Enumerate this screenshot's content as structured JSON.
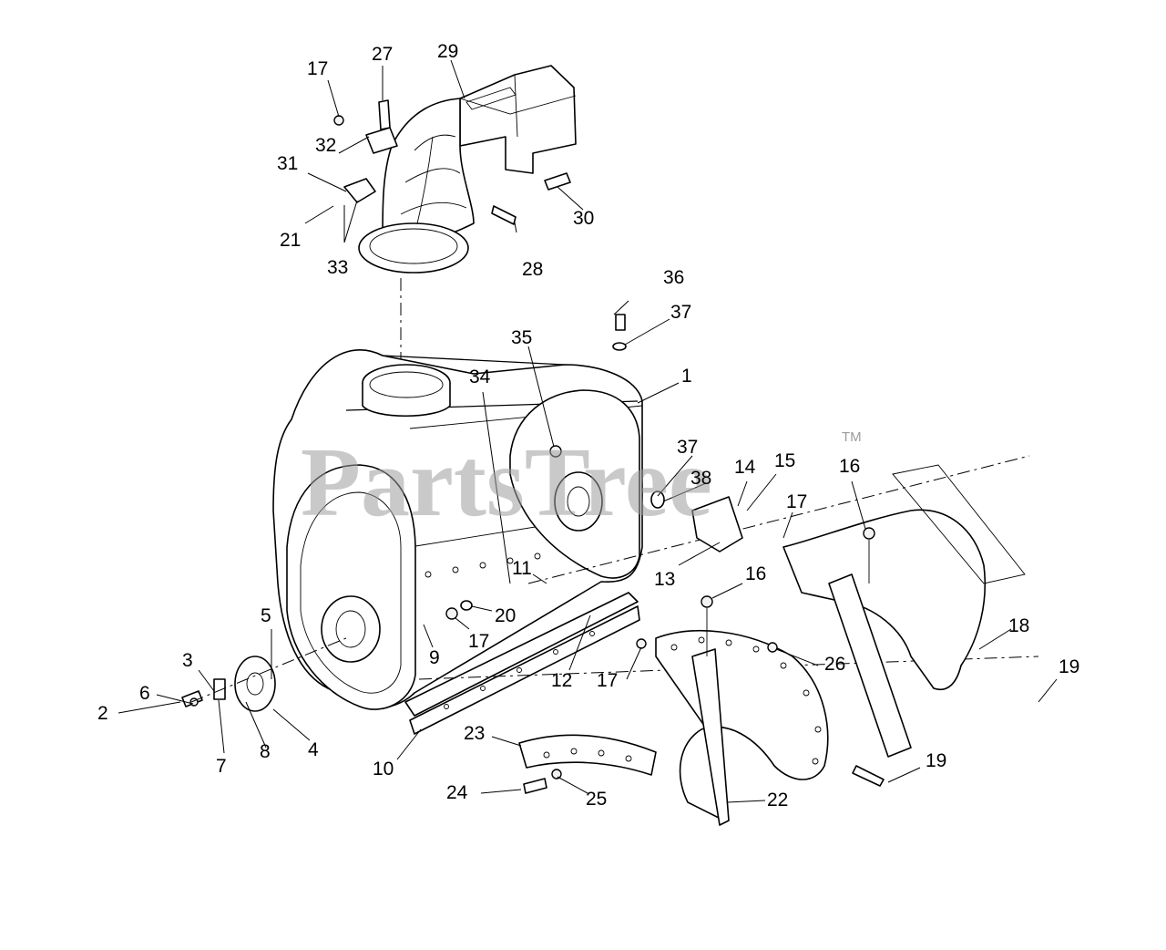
{
  "watermark": {
    "text": "PartsTree",
    "trademark": "TM",
    "color": "#9c9c9c"
  },
  "callouts": {
    "c1": "1",
    "c2": "2",
    "c3": "3",
    "c4": "4",
    "c5": "5",
    "c6": "6",
    "c7": "7",
    "c8": "8",
    "c9": "9",
    "c10": "10",
    "c11": "11",
    "c12": "12",
    "c13": "13",
    "c14": "14",
    "c15": "15",
    "c16a": "16",
    "c16b": "16",
    "c17a": "17",
    "c17b": "17",
    "c17c": "17",
    "c17d": "17",
    "c18": "18",
    "c19a": "19",
    "c19b": "19",
    "c20": "20",
    "c21": "21",
    "c22": "22",
    "c23": "23",
    "c24": "24",
    "c25": "25",
    "c26": "26",
    "c27": "27",
    "c28": "28",
    "c29": "29",
    "c30": "30",
    "c31": "31",
    "c32": "32",
    "c33": "33",
    "c34": "34",
    "c35": "35",
    "c36": "36",
    "c37a": "37",
    "c37b": "37",
    "c38": "38"
  }
}
